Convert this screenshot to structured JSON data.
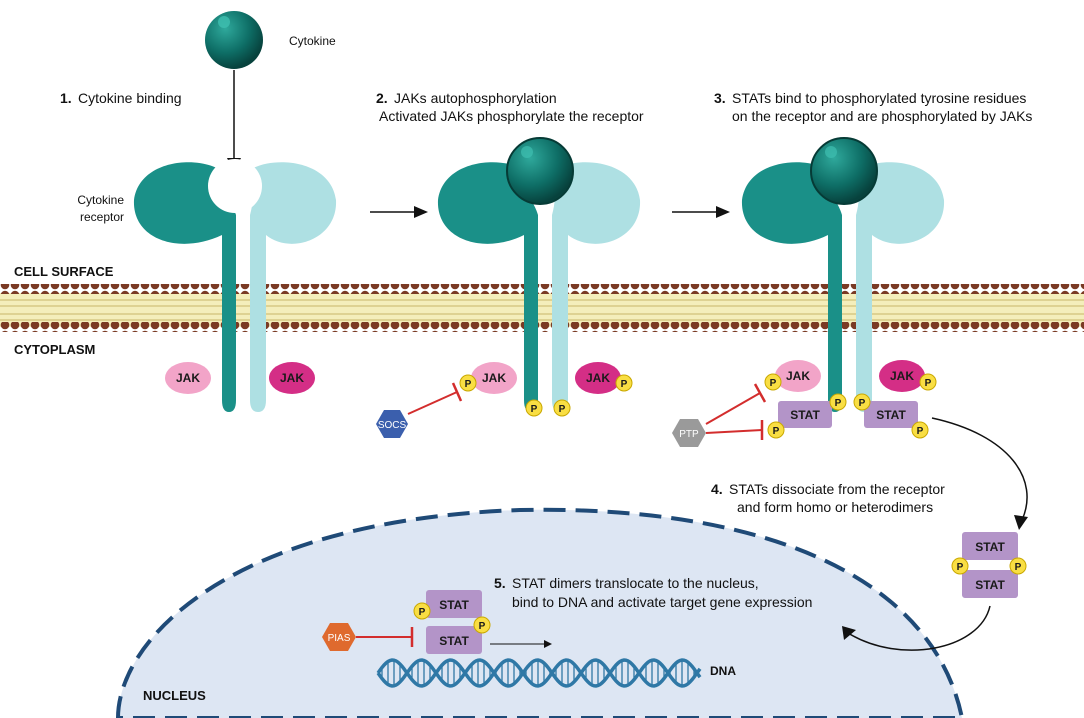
{
  "colors": {
    "receptor_dark": "#1a9088",
    "receptor_light": "#aee0e3",
    "cytokine": "#0e6e66",
    "jak_light": "#f2a4c8",
    "jak_dark": "#d42e86",
    "phosphate": "#f9de43",
    "stat": "#b394c8",
    "socs": "#3b5fad",
    "ptp": "#9a9a9a",
    "pias": "#df6a2e",
    "nucleus_fill": "#dde6f3",
    "nucleus_border": "#1f4a77",
    "membrane_head": "#7a3a24",
    "membrane_tail": "#f4eebb",
    "dna": "#2f78a6"
  },
  "labels": {
    "cytokine": "Cytokine",
    "cytokine_receptor_line1": "Cytokine",
    "cytokine_receptor_line2": "receptor",
    "cell_surface": "CELL SURFACE",
    "cytoplasm": "CYTOPLASM",
    "nucleus": "NUCLEUS",
    "dna": "DNA",
    "jak": "JAK",
    "stat": "STAT",
    "p": "P",
    "socs": "SOCS",
    "ptp": "PTP",
    "pias": "PIAS"
  },
  "steps": [
    {
      "number": "1.",
      "lines": [
        "Cytokine binding"
      ]
    },
    {
      "number": "2.",
      "lines": [
        "JAKs autophosphorylation",
        "Activated JAKs phosphorylate the receptor"
      ]
    },
    {
      "number": "3.",
      "lines": [
        "STATs bind to phosphorylated tyrosine residues",
        "on the receptor and are phosphorylated by JAKs"
      ]
    },
    {
      "number": "4.",
      "lines": [
        "STATs dissociate from the receptor",
        "and form homo or heterodimers"
      ]
    },
    {
      "number": "5.",
      "lines": [
        "STAT dimers translocate to the nucleus,",
        "bind to DNA and activate target gene expression"
      ]
    }
  ]
}
